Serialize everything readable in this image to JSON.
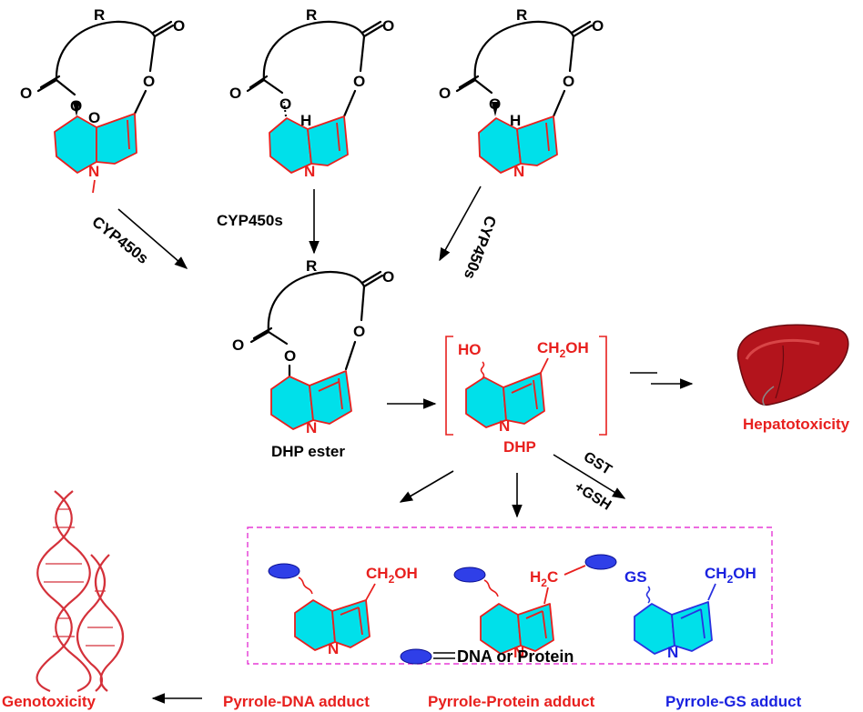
{
  "colors": {
    "ring_fill": "#00e0ea",
    "ring_stroke_red": "#e8201e",
    "ring_stroke_blue": "#2a32e0",
    "label_red": "#e8201e",
    "label_blue": "#1a22e0",
    "box_dashed": "#e53ad6",
    "biomolecule": "#2f3fe8"
  },
  "atoms": {
    "R": "R",
    "O": "O",
    "N": "N",
    "H": "H",
    "HO": "HO",
    "CH2OH_main": "CH",
    "CH2OH_sub": "2",
    "CH2OH_tail": "OH",
    "H2C_main": "H",
    "H2C_sub": "2",
    "H2C_tail": "C",
    "GS": "GS"
  },
  "enzymes": {
    "cyp_left": "CYP450s",
    "cyp_middle": "CYP450s",
    "cyp_right": "CYP450s",
    "gst": "GST",
    "gsh": "+GSH"
  },
  "labels": {
    "dhp_ester": "DHP ester",
    "dhp": "DHP",
    "hepatotoxicity": "Hepatotoxicity",
    "genotoxicity": "Genotoxicity",
    "dna_or_protein": "DNA or Protein",
    "pyrrole_dna": "Pyrrole-DNA adduct",
    "pyrrole_protein": "Pyrrole-Protein adduct",
    "pyrrole_gs": "Pyrrole-GS adduct"
  },
  "icons": [
    "liver-icon",
    "dna-double-helix-icon",
    "biomolecule-ellipse-icon"
  ]
}
